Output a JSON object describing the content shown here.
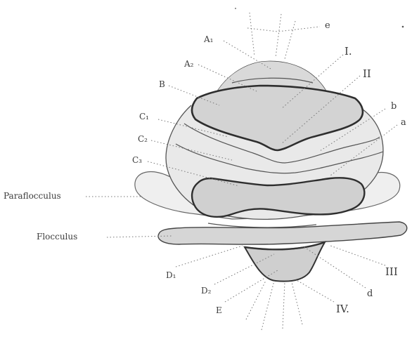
{
  "diagram": {
    "labels": {
      "e_top": "e",
      "a1": "A₁",
      "a2": "A₂",
      "b_upper": "B",
      "c1": "C₁",
      "c2": "C₂",
      "c3": "C₃",
      "paraflocculus": "Paraflocculus",
      "flocculus": "Flocculus",
      "d1": "D₁",
      "d2": "D₂",
      "e_bottom": "E",
      "roman_1": "I.",
      "roman_2": "II",
      "roman_3": "III",
      "roman_4": "IV.",
      "b_lower": "b",
      "a_lower": "a",
      "d_lower": "d"
    }
  }
}
